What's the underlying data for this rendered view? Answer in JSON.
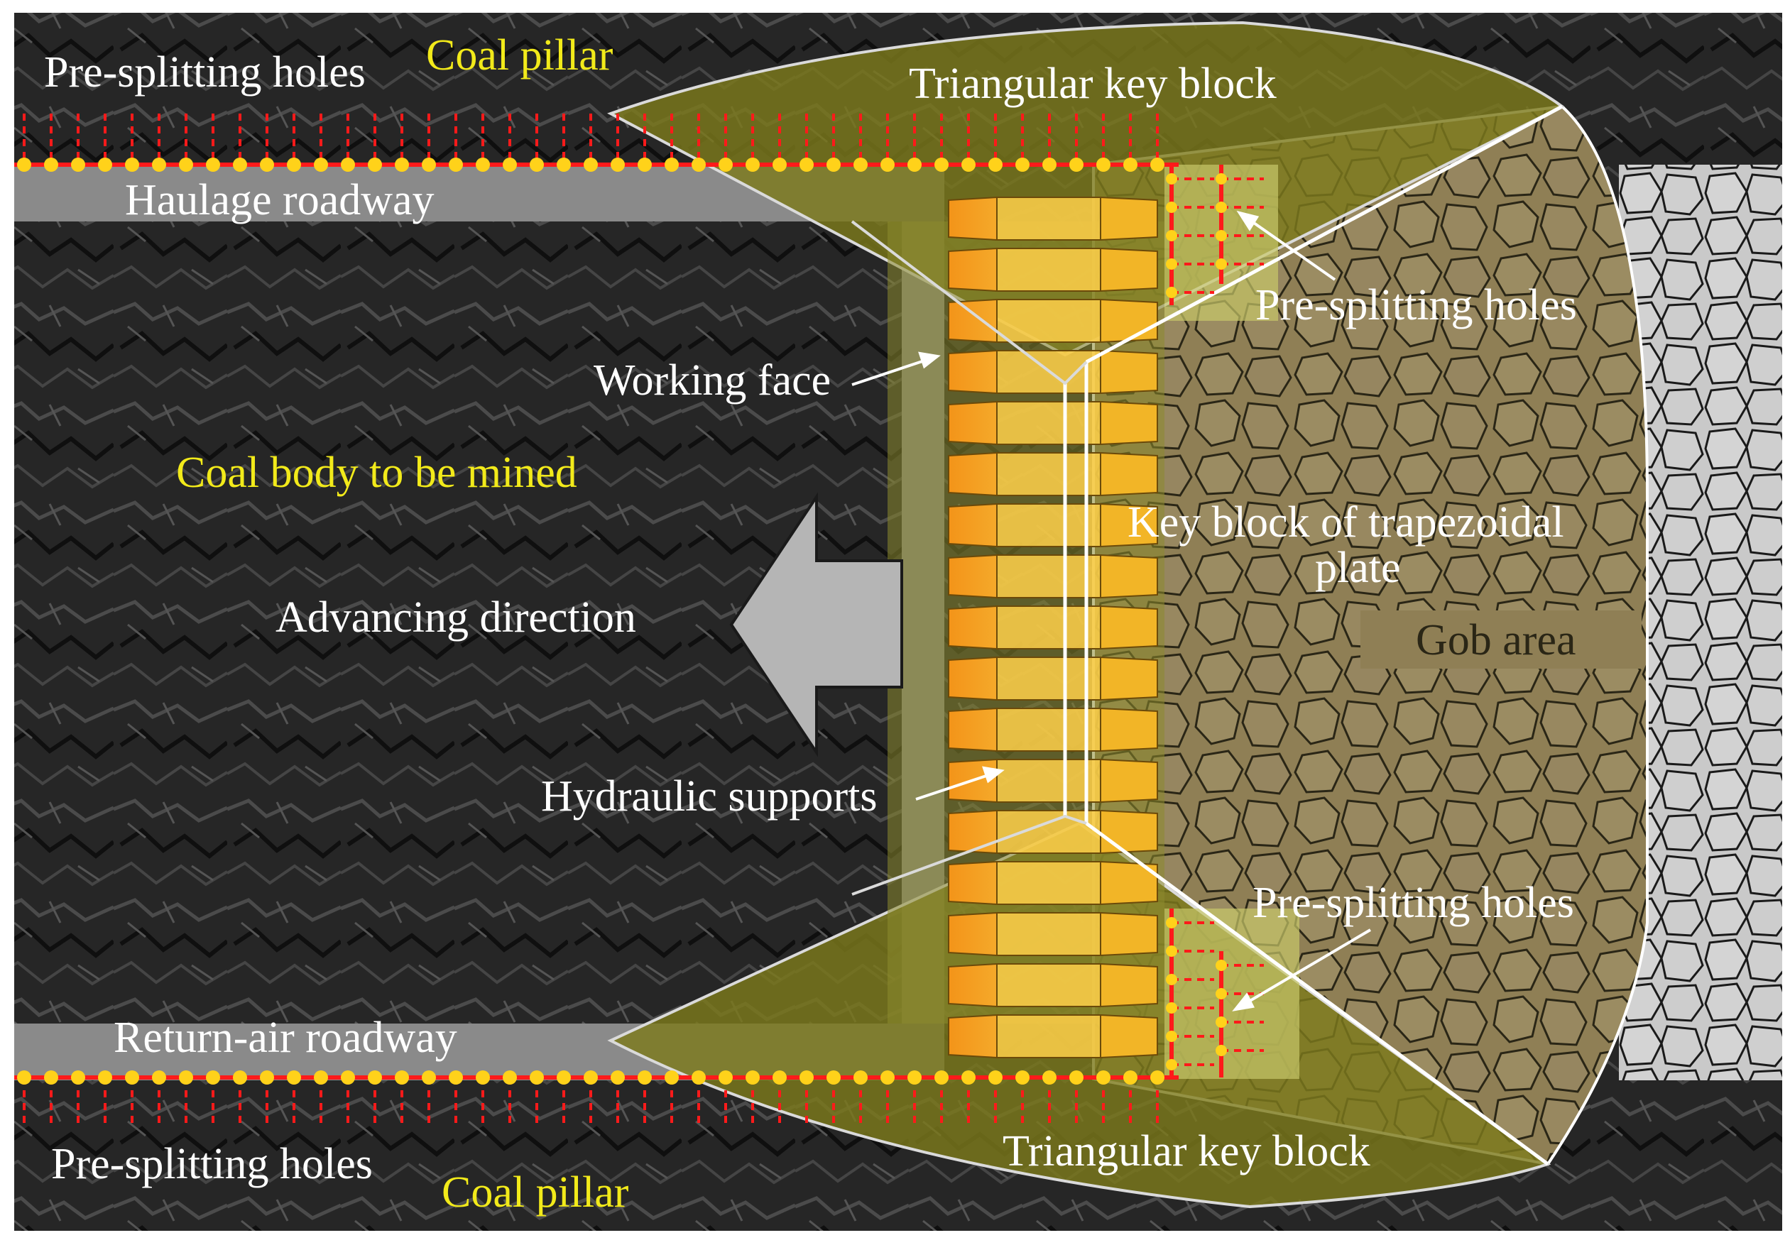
{
  "labels": {
    "presplit_top_left": "Pre-splitting holes",
    "coal_pillar_top": "Coal pillar",
    "triangular_key_block_top": "Triangular key block",
    "haulage_roadway": "Haulage roadway",
    "presplit_right_upper": "Pre-splitting holes",
    "working_face": "Working face",
    "coal_body": "Coal body to be mined",
    "key_block_trapezoidal_line1": "Key block of trapezoidal",
    "key_block_trapezoidal_line2": "plate",
    "gob_area": "Gob area",
    "advancing_direction": "Advancing direction",
    "hydraulic_supports": "Hydraulic supports",
    "presplit_right_lower": "Pre-splitting holes",
    "return_air_roadway": "Return-air roadway",
    "presplit_bottom_left": "Pre-splitting holes",
    "triangular_key_block_bottom": "Triangular key block",
    "coal_pillar_bottom": "Coal pillar"
  },
  "colors": {
    "coal": "#262626",
    "roadway": "#8a8a8a",
    "key_block": "#8c8a2e",
    "gob": "#8f7f55",
    "support_left": "#f59a1c",
    "support_mid": "#ffd04a",
    "support_right": "#f2b527",
    "presplit_line": "#ff1a1a",
    "presplit_hole": "#ffd21a",
    "label_white": "#ffffff",
    "label_yellow": "#f2ea1a"
  }
}
